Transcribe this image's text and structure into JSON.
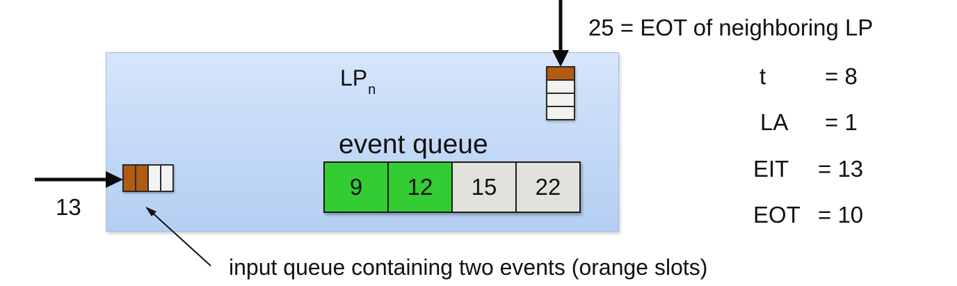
{
  "lp": {
    "label": "LP",
    "subscript": "n"
  },
  "event_queue": {
    "label": "event queue",
    "events": [
      {
        "value": "9",
        "color": "#33cc33"
      },
      {
        "value": "12",
        "color": "#33cc33"
      },
      {
        "value": "15",
        "color": "#e1e2dc"
      },
      {
        "value": "22",
        "color": "#e1e2dc"
      }
    ]
  },
  "input_queue": {
    "incoming_value": "13",
    "slot_colors": [
      "#b15b12",
      "#b15b12",
      "#f2f2f0",
      "#f2f2f0"
    ],
    "caption": "input queue containing two events (orange slots)"
  },
  "neighbor_queue": {
    "label": "25 = EOT of neighboring LP",
    "slot_colors": [
      "#b15b12",
      "#f2f2f0",
      "#f2f2f0",
      "#f2f2f0"
    ]
  },
  "variables": [
    {
      "name": "t",
      "value": "= 8"
    },
    {
      "name": "LA",
      "value": "= 1"
    },
    {
      "name": "EIT",
      "value": "= 13"
    },
    {
      "name": "EOT",
      "value": "= 10"
    }
  ]
}
